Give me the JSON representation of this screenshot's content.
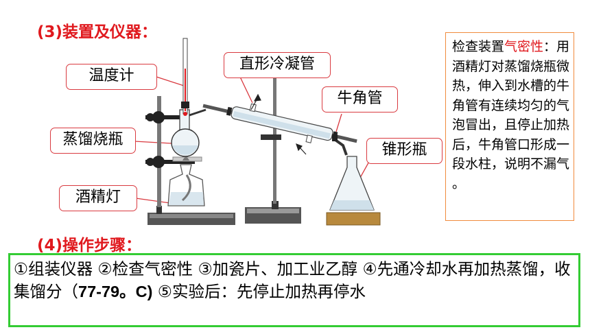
{
  "section3": "(3)装置及仪器：",
  "section4": "(4)操作步骤：",
  "labels": {
    "thermometer": "温度计",
    "condenser": "直形冷凝管",
    "adapter": "牛角管",
    "flask": "蒸馏烧瓶",
    "erlenmeyer": "锥形瓶",
    "lamp": "酒精灯"
  },
  "note": {
    "prefix": "检查装置",
    "highlight": "气密性",
    "body": "：用酒精灯对蒸馏烧瓶微热，伸入到水槽的牛角管有连续均匀的气泡冒出，且停止加热后，牛角管口形成一段水柱，说明不漏气 。"
  },
  "steps": {
    "part1": "①组装仪器 ②检查气密性 ③加瓷片、加工业乙醇 ④先通冷却水再加热蒸馏，收集馏分（",
    "range": "77-79。C)",
    "part2": " ⑤实验后：先停止加热再停水"
  },
  "colors": {
    "title": "#e0191e",
    "callout_border": "#d9393f",
    "note_border": "#f08a3c",
    "steps_border": "#33cc33"
  }
}
